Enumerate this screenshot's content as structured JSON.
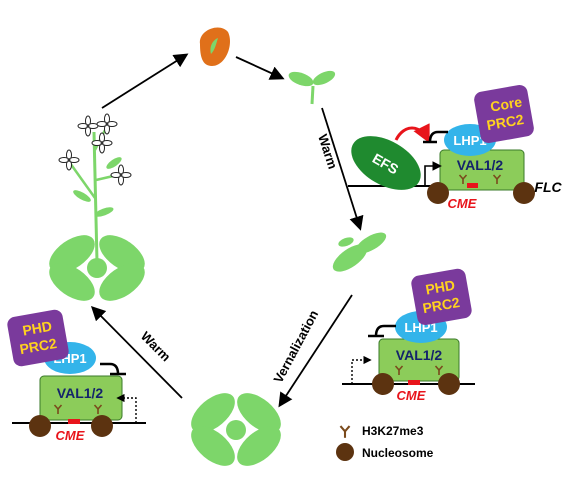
{
  "labels": {
    "warm_top": "Warm",
    "warm_left": "Warm",
    "vernalization": "Vernalization",
    "flc": "FLC"
  },
  "complex_top": {
    "core_prc2": [
      "Core",
      "PRC2"
    ],
    "lhp1": "LHP1",
    "val": "VAL1/2",
    "efs": "EFS",
    "cme": "CME"
  },
  "complex_mid": {
    "phd_prc2": [
      "PHD",
      "PRC2"
    ],
    "lhp1": "LHP1",
    "val": "VAL1/2",
    "cme": "CME"
  },
  "complex_left": {
    "phd_prc2": [
      "PHD",
      "PRC2"
    ],
    "lhp1": "LHP1",
    "val": "VAL1/2",
    "cme": "CME"
  },
  "legend": {
    "mark": "H3K27me3",
    "nucleosome": "Nucleosome"
  },
  "colors": {
    "plant": "#7dd66a",
    "plant_dark": "#55b646",
    "seed": "#e0701a",
    "purple": "#7a3a9c",
    "purple_text": "#ffd21f",
    "lhp1": "#33b4ea",
    "val": "#8ccc5a",
    "efs": "#1f8a2f",
    "nucleosome": "#5c3310",
    "cme": "#e8141b",
    "mark": "#7a4a1c",
    "text_navy": "#14236b"
  }
}
